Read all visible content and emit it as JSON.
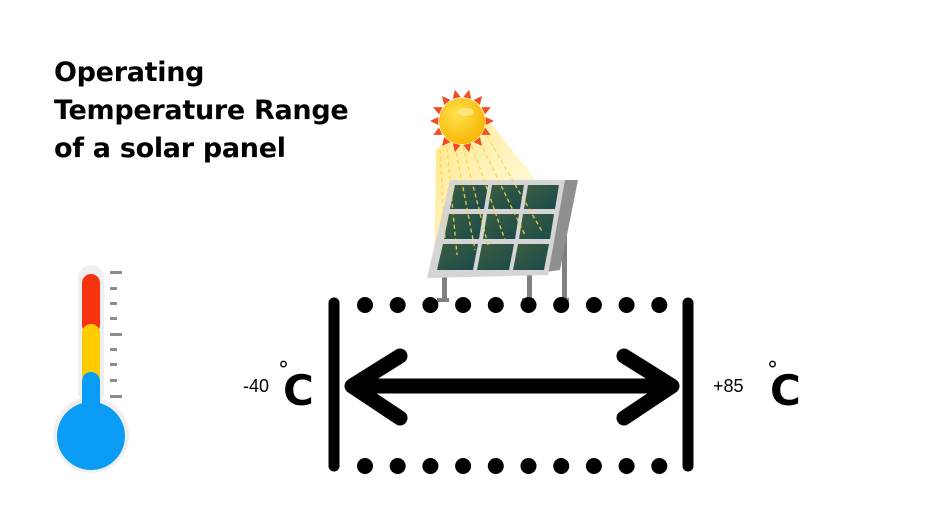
{
  "title": {
    "lines": [
      "Operating",
      "Temperature Range",
      "of a solar panel"
    ]
  },
  "range": {
    "min": {
      "value": "-40",
      "degree": "°",
      "unit": "C"
    },
    "max": {
      "value": "+85",
      "degree": "°",
      "unit": "C"
    }
  },
  "icons": {
    "thermometer": "thermometer-icon",
    "sun": "sun-icon",
    "solar_panel": "solar-panel-icon",
    "arrow": "double-arrow-icon"
  },
  "colors": {
    "thermo_red": "#F5330F",
    "thermo_yellow": "#FFCC00",
    "thermo_blue": "#0A9BF5",
    "sun_core": "#FDC414",
    "sun_rays": "#F04E23",
    "panel_cell": "#1E4B4C",
    "panel_frame": "#C8C8C8",
    "line": "#000000"
  }
}
